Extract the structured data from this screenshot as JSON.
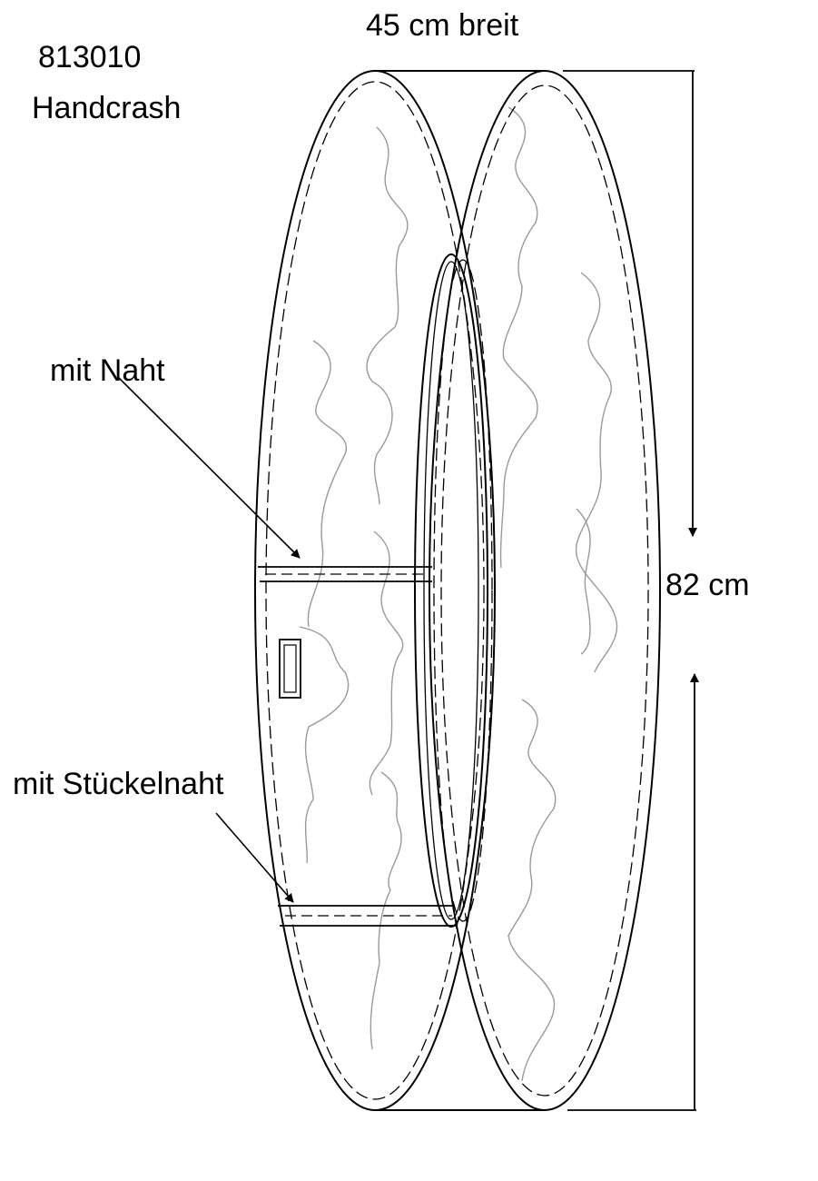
{
  "header": {
    "article_number": "813010",
    "product_name": "Handcrash"
  },
  "dimensions": {
    "width": "45 cm breit",
    "height": "82 cm"
  },
  "annotations": {
    "seam": "mit Naht",
    "patched_seam": "mit Stückelnaht"
  },
  "colors": {
    "line": "#000000",
    "pattern": "#9a9a9a",
    "background": "#ffffff"
  }
}
